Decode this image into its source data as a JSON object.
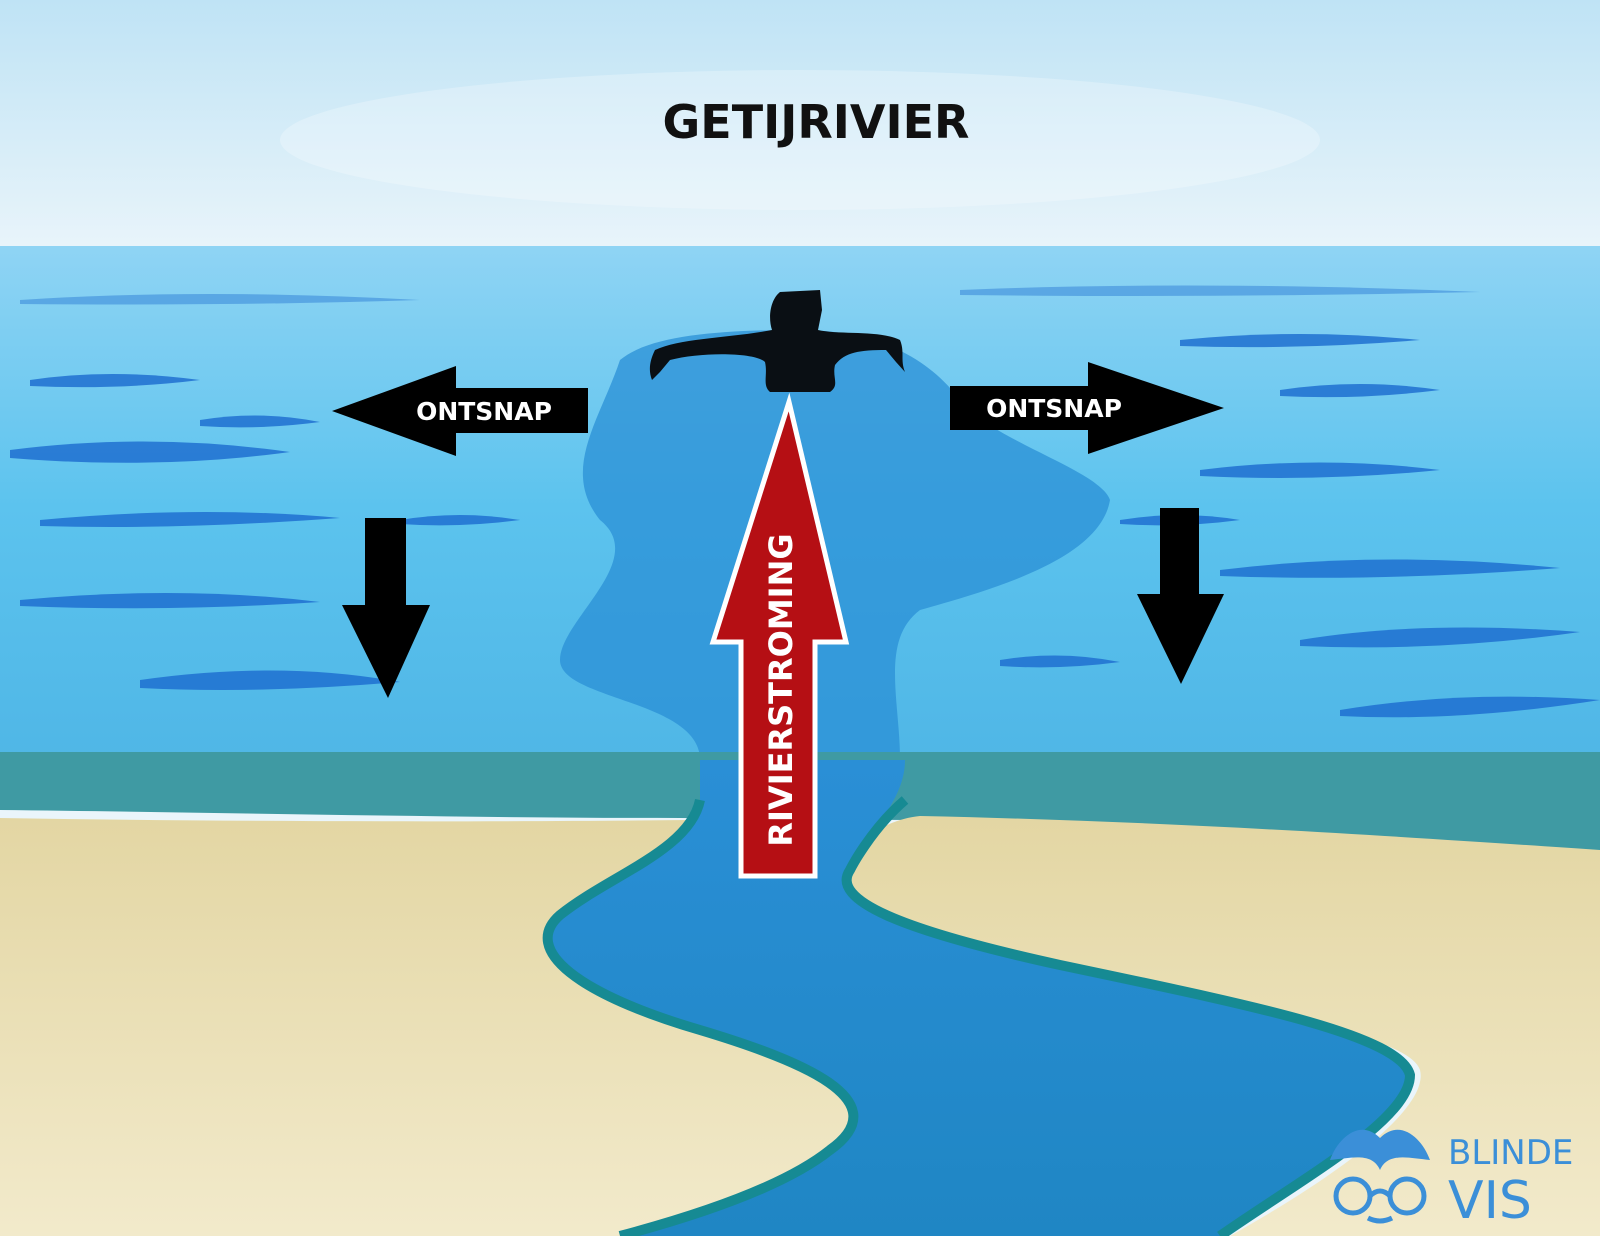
{
  "title": "GETIJRIVIER",
  "labels": {
    "escape_left": "ONTSNAP",
    "escape_right": "ONTSNAP",
    "current": "RIVIERSTROMING"
  },
  "logo": {
    "line1": "BLINDE",
    "line2": "VIS",
    "icon": "fish-tail-glasses-icon"
  },
  "colors": {
    "sky_top": "#bfe3f5",
    "sky_bottom": "#e8f4fa",
    "sea": "#5cc3ee",
    "sea_deep": "#2a8fd6",
    "shore": "#3f9aa3",
    "sand": "#ece1b0",
    "current_arrow": "#b50f14",
    "escape_arrow": "#000000",
    "logo": "#3b8fd8"
  }
}
